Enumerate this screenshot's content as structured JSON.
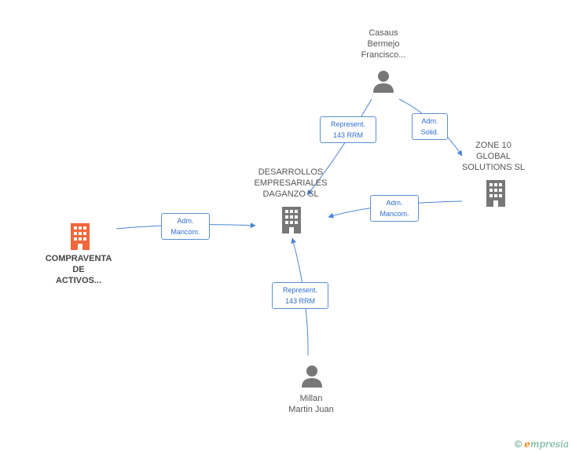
{
  "nodes": {
    "casaus": {
      "lines": [
        "Casaus",
        "Bermejo",
        "Francisco..."
      ],
      "type": "person"
    },
    "zone10": {
      "lines": [
        "ZONE 10",
        "GLOBAL",
        "SOLUTIONS SL"
      ],
      "type": "company"
    },
    "desarrollos": {
      "lines": [
        "DESARROLLOS",
        "EMPRESARIALES",
        "DAGANZO SL"
      ],
      "type": "company"
    },
    "compraventa": {
      "lines": [
        "COMPRAVENTA",
        "DE",
        "ACTIVOS..."
      ],
      "type": "company-focus"
    },
    "millan": {
      "lines": [
        "Millan",
        "Martin Juan"
      ],
      "type": "person"
    }
  },
  "edges": {
    "casaus_desarrollos": {
      "lines": [
        "Represent.",
        "143 RRM"
      ]
    },
    "casaus_zone10": {
      "lines": [
        "Adm.",
        "Solid."
      ]
    },
    "zone10_desarrollos": {
      "lines": [
        "Adm.",
        "Mancom."
      ]
    },
    "compraventa_desarrollos": {
      "lines": [
        "Adm.",
        "Mancom."
      ]
    },
    "millan_desarrollos": {
      "lines": [
        "Represent.",
        "143 RRM"
      ]
    }
  },
  "colors": {
    "edge": "#4a86d6",
    "icon": "#777777",
    "focus_icon": "#f2673a"
  },
  "footer": {
    "copyright": "©",
    "brand_e": "e",
    "brand_rest": "mpresia"
  }
}
